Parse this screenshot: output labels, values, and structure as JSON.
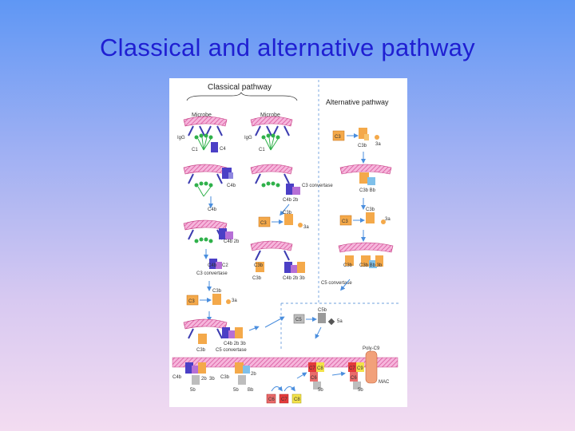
{
  "slide": {
    "title": "Classical and alternative pathway"
  },
  "figure": {
    "classical_heading": "Classical pathway",
    "alternative_heading": "Alternative pathway",
    "labels": {
      "microbe": "Microbe",
      "igg": "IgG",
      "c1": "C1",
      "c4": "C4",
      "c4b": "C4b",
      "c4b2b": "C4b 2b",
      "c2": "C2",
      "c2b": "C2b",
      "c2a": "2a",
      "c3": "C3",
      "c3a": "3a",
      "c3b": "C3b",
      "c3_convertase": "C3 convertase",
      "c5_convertase": "C5 convertase",
      "c4b2b3b": "C4b 2b 3b",
      "c3b_bb": "C3b Bb",
      "c3b_bb_3b": "C3b Bb 3b",
      "c5": "C5",
      "c5a": "5a",
      "c5b": "C5b",
      "c6": "C6",
      "c7": "C7",
      "c8": "C8",
      "c3b_only": "C3b",
      "poly_c9": "Poly-C9",
      "mac": "MAC",
      "b5b": "5b",
      "b2b": "2b",
      "b3b": "3b",
      "bb": "Bb",
      "c4b_bottom": "C4b",
      "c3b_bottom": "C3b"
    }
  }
}
